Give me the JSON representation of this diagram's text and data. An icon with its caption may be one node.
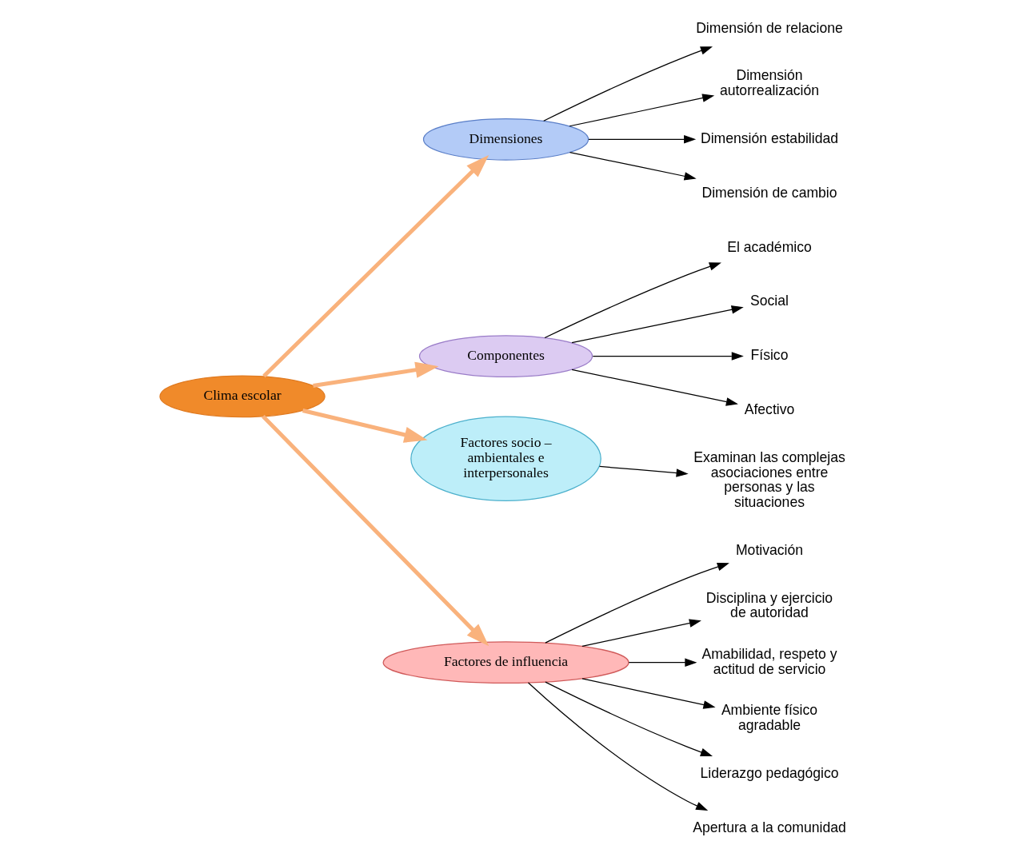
{
  "diagram": {
    "nodes": [
      {
        "text": [
          "Clima escolar"
        ]
      },
      {
        "text": [
          "Dimensiones"
        ]
      },
      {
        "text": [
          "Componentes"
        ]
      },
      {
        "text": [
          "Factores socio – ambientales e interpersonales"
        ]
      },
      {
        "text": [
          "Factores de influencia"
        ]
      },
      {
        "text": [
          "Dimensión de relacione"
        ]
      },
      {
        "text": [
          "Dimensión autorrealización"
        ]
      },
      {
        "text": [
          "Dimensión estabilidad"
        ]
      },
      {
        "text": [
          "Dimensión de cambio"
        ]
      },
      {
        "text": [
          "El académico"
        ]
      },
      {
        "text": [
          "Social"
        ]
      },
      {
        "text": [
          "Físico"
        ]
      },
      {
        "text": [
          "Afectivo"
        ]
      },
      {
        "text": [
          "Examinan las complejas asociaciones entre personas y las situaciones"
        ]
      },
      {
        "text": [
          "Motivación"
        ]
      },
      {
        "text": [
          "Disciplina y ejercicio de autoridad"
        ]
      },
      {
        "text": [
          "Amabilidad, respeto y actitud de servicio"
        ]
      },
      {
        "text": [
          "Ambiente físico agradable"
        ]
      },
      {
        "text": [
          "Liderazgo pedagógico"
        ]
      },
      {
        "text": [
          "Apertura a la comunidad"
        ]
      }
    ],
    "edges": [
      {
        "from": 0,
        "to": 1,
        "arrow": "to",
        "style": "thick",
        "color": "#f9b27c"
      },
      {
        "from": 0,
        "to": 2,
        "arrow": "to",
        "style": "thick",
        "color": "#f9b27c"
      },
      {
        "from": 0,
        "to": 3,
        "arrow": "to",
        "style": "thick",
        "color": "#f9b27c"
      },
      {
        "from": 0,
        "to": 4,
        "arrow": "to",
        "style": "thick",
        "color": "#f9b27c"
      },
      {
        "from": 1,
        "to": 5,
        "arrow": "to"
      },
      {
        "from": 1,
        "to": 6,
        "arrow": "to"
      },
      {
        "from": 1,
        "to": 7,
        "arrow": "to"
      },
      {
        "from": 1,
        "to": 8,
        "arrow": "to"
      },
      {
        "from": 2,
        "to": 9,
        "arrow": "to"
      },
      {
        "from": 2,
        "to": 10,
        "arrow": "to"
      },
      {
        "from": 2,
        "to": 11,
        "arrow": "to"
      },
      {
        "from": 2,
        "to": 12,
        "arrow": "to"
      },
      {
        "from": 3,
        "to": 13,
        "arrow": "to"
      },
      {
        "from": 4,
        "to": 14,
        "arrow": "to"
      },
      {
        "from": 4,
        "to": 15,
        "arrow": "to"
      },
      {
        "from": 4,
        "to": 16,
        "arrow": "to"
      },
      {
        "from": 4,
        "to": 17,
        "arrow": "to"
      },
      {
        "from": 4,
        "to": 18,
        "arrow": "to"
      },
      {
        "from": 4,
        "to": 19,
        "arrow": "to"
      }
    ]
  }
}
